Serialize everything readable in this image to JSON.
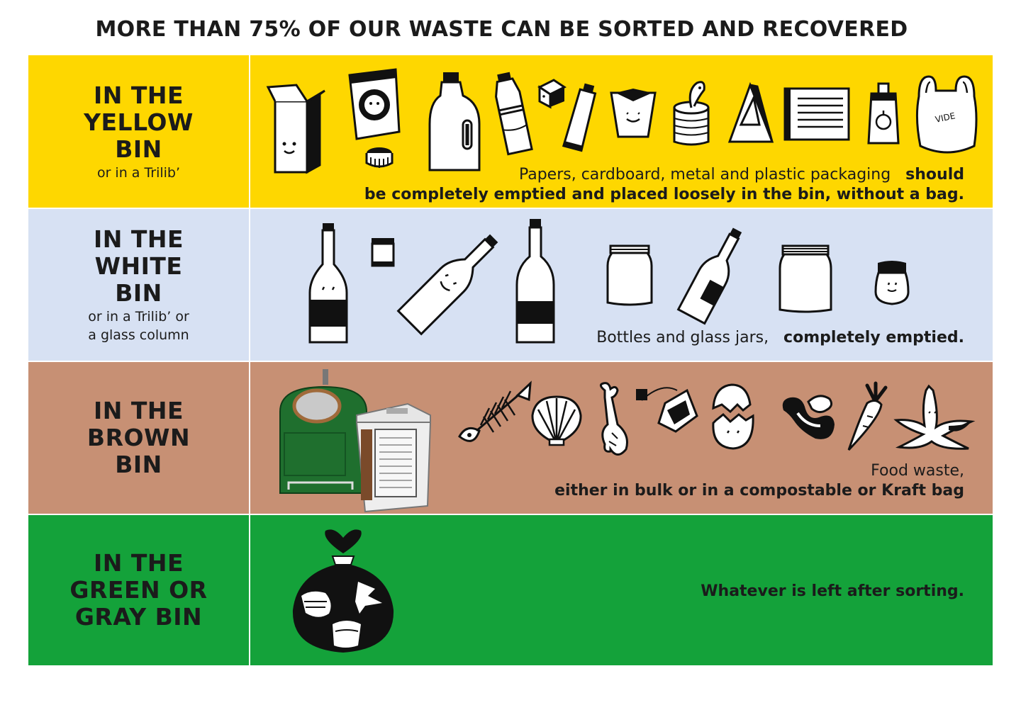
{
  "title": "MORE THAN 75% OF OUR WASTE CAN BE SORTED AND RECOVERED",
  "colors": {
    "yellow": "#fed700",
    "white_bin": "#d7e1f3",
    "brown": "#c79074",
    "green": "#14a23a"
  },
  "rows": [
    {
      "title_lines": [
        "IN THE",
        "YELLOW",
        "BIN"
      ],
      "subtitle_lines": [
        "or in a Trilib’"
      ],
      "desc_normal_1": "Papers, cardboard, metal and plastic packaging",
      "desc_bold_1": "should",
      "desc_bold_2": "be completely emptied and placed loosely in the bin, without a bag.",
      "icons": [
        "cereal-box-icon",
        "chip-bag-icon",
        "bottle-cap-icon",
        "detergent-bottle-icon",
        "plastic-bottle-icon",
        "small-carton-icon",
        "tube-icon",
        "yogurt-cup-icon",
        "tin-can-icon",
        "sandwich-pack-icon",
        "newspaper-icon",
        "juice-box-icon",
        "plastic-bag-icon"
      ],
      "bag_text": "VIDE"
    },
    {
      "title_lines": [
        "IN THE",
        "WHITE",
        "BIN"
      ],
      "subtitle_lines": [
        "or in a Trilib’ or",
        "a glass column"
      ],
      "desc_normal_1": "Bottles and glass jars,",
      "desc_bold_1": "completely emptied.",
      "icons": [
        "wine-bottle-icon",
        "small-jar-icon",
        "tilted-bottle-icon",
        "tall-bottle-icon",
        "jar-icon",
        "tilted-small-bottle-icon",
        "large-jar-icon",
        "baby-food-jar-icon"
      ]
    },
    {
      "title_lines": [
        "IN THE",
        "BROWN",
        "BIN"
      ],
      "subtitle_lines": [],
      "desc_normal_1": "Food waste,",
      "desc_bold_1": "either in bulk or in a compostable or Kraft bag",
      "icons": [
        "compost-container-icon",
        "compost-bin-icon",
        "fish-bone-icon",
        "shell-icon",
        "chicken-bone-icon",
        "tea-bag-icon",
        "eggshell-icon",
        "fruit-peel-icon",
        "carrot-icon",
        "banana-peel-icon"
      ]
    },
    {
      "title_lines": [
        "IN THE",
        "GREEN OR",
        "GRAY BIN"
      ],
      "subtitle_lines": [],
      "desc_bold_1": "Whatever is left after sorting.",
      "icons": [
        "trash-bag-icon"
      ]
    }
  ]
}
